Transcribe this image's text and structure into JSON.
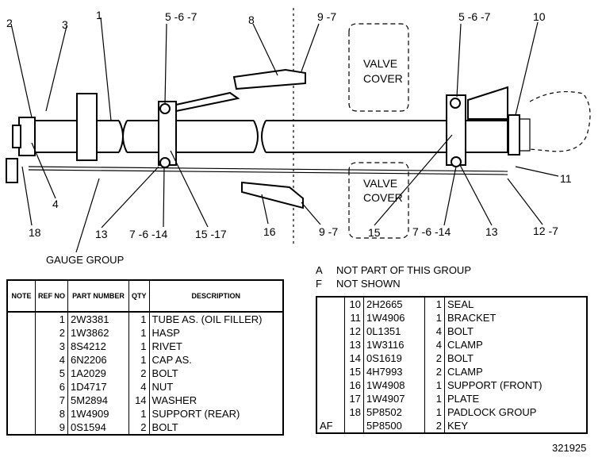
{
  "diagram": {
    "callouts": [
      {
        "id": "c2",
        "text": "2"
      },
      {
        "id": "c3",
        "text": "3"
      },
      {
        "id": "c1",
        "text": "1"
      },
      {
        "id": "c567a",
        "text": "5 -6 -7"
      },
      {
        "id": "c8",
        "text": "8"
      },
      {
        "id": "c97a",
        "text": "9 -7"
      },
      {
        "id": "c567b",
        "text": "5 -6 -7"
      },
      {
        "id": "c10",
        "text": "10"
      },
      {
        "id": "c11",
        "text": "11"
      },
      {
        "id": "c127",
        "text": "12 -7"
      },
      {
        "id": "c13b",
        "text": "13"
      },
      {
        "id": "c7614b",
        "text": "7 -6 -14"
      },
      {
        "id": "c15",
        "text": "15"
      },
      {
        "id": "c97b",
        "text": "9 -7"
      },
      {
        "id": "c16",
        "text": "16"
      },
      {
        "id": "c1517",
        "text": "15 -17"
      },
      {
        "id": "c7614a",
        "text": "7 -6 -14"
      },
      {
        "id": "c13a",
        "text": "13"
      },
      {
        "id": "c4",
        "text": "4"
      },
      {
        "id": "c18",
        "text": "18"
      }
    ],
    "valve_cover_top": [
      "VALVE",
      "COVER"
    ],
    "valve_cover_bottom": [
      "VALVE",
      "COVER"
    ]
  },
  "gauge_label": "GAUGE GROUP",
  "notes": [
    {
      "key": "A",
      "text": "NOT PART OF THIS GROUP"
    },
    {
      "key": "F",
      "text": "NOT SHOWN"
    }
  ],
  "left_table": {
    "headers": {
      "note": "NOTE",
      "ref": "REF NO",
      "part": "PART NUMBER",
      "qty": "QTY",
      "desc": "DESCRIPTION"
    },
    "rows": [
      {
        "note": "",
        "ref": "1",
        "part": "2W3381",
        "qty": "1",
        "desc": "TUBE AS. (OIL FILLER)"
      },
      {
        "note": "",
        "ref": "2",
        "part": "1W3862",
        "qty": "1",
        "desc": "HASP"
      },
      {
        "note": "",
        "ref": "3",
        "part": "8S4212",
        "qty": "1",
        "desc": "RIVET"
      },
      {
        "note": "",
        "ref": "4",
        "part": "6N2206",
        "qty": "1",
        "desc": "CAP AS."
      },
      {
        "note": "",
        "ref": "5",
        "part": "1A2029",
        "qty": "2",
        "desc": "BOLT"
      },
      {
        "note": "",
        "ref": "6",
        "part": "1D4717",
        "qty": "4",
        "desc": "NUT"
      },
      {
        "note": "",
        "ref": "7",
        "part": "5M2894",
        "qty": "14",
        "desc": "WASHER"
      },
      {
        "note": "",
        "ref": "8",
        "part": "1W4909",
        "qty": "1",
        "desc": "SUPPORT (REAR)"
      },
      {
        "note": "",
        "ref": "9",
        "part": "0S1594",
        "qty": "2",
        "desc": "BOLT"
      }
    ]
  },
  "right_table": {
    "rows": [
      {
        "note": "",
        "ref": "10",
        "part": "2H2665",
        "qty": "1",
        "desc": "SEAL"
      },
      {
        "note": "",
        "ref": "11",
        "part": "1W4906",
        "qty": "1",
        "desc": "BRACKET"
      },
      {
        "note": "",
        "ref": "12",
        "part": "0L1351",
        "qty": "4",
        "desc": "BOLT"
      },
      {
        "note": "",
        "ref": "13",
        "part": "1W3116",
        "qty": "4",
        "desc": "CLAMP"
      },
      {
        "note": "",
        "ref": "14",
        "part": "0S1619",
        "qty": "2",
        "desc": "BOLT"
      },
      {
        "note": "",
        "ref": "15",
        "part": "4H7993",
        "qty": "2",
        "desc": "CLAMP"
      },
      {
        "note": "",
        "ref": "16",
        "part": "1W4908",
        "qty": "1",
        "desc": "SUPPORT (FRONT)"
      },
      {
        "note": "",
        "ref": "17",
        "part": "1W4907",
        "qty": "1",
        "desc": "PLATE"
      },
      {
        "note": "",
        "ref": "18",
        "part": "5P8502",
        "qty": "1",
        "desc": "PADLOCK GROUP"
      },
      {
        "note": "AF",
        "ref": "",
        "part": "5P8500",
        "qty": "2",
        "desc": "KEY"
      }
    ]
  },
  "doc_number": "321925"
}
